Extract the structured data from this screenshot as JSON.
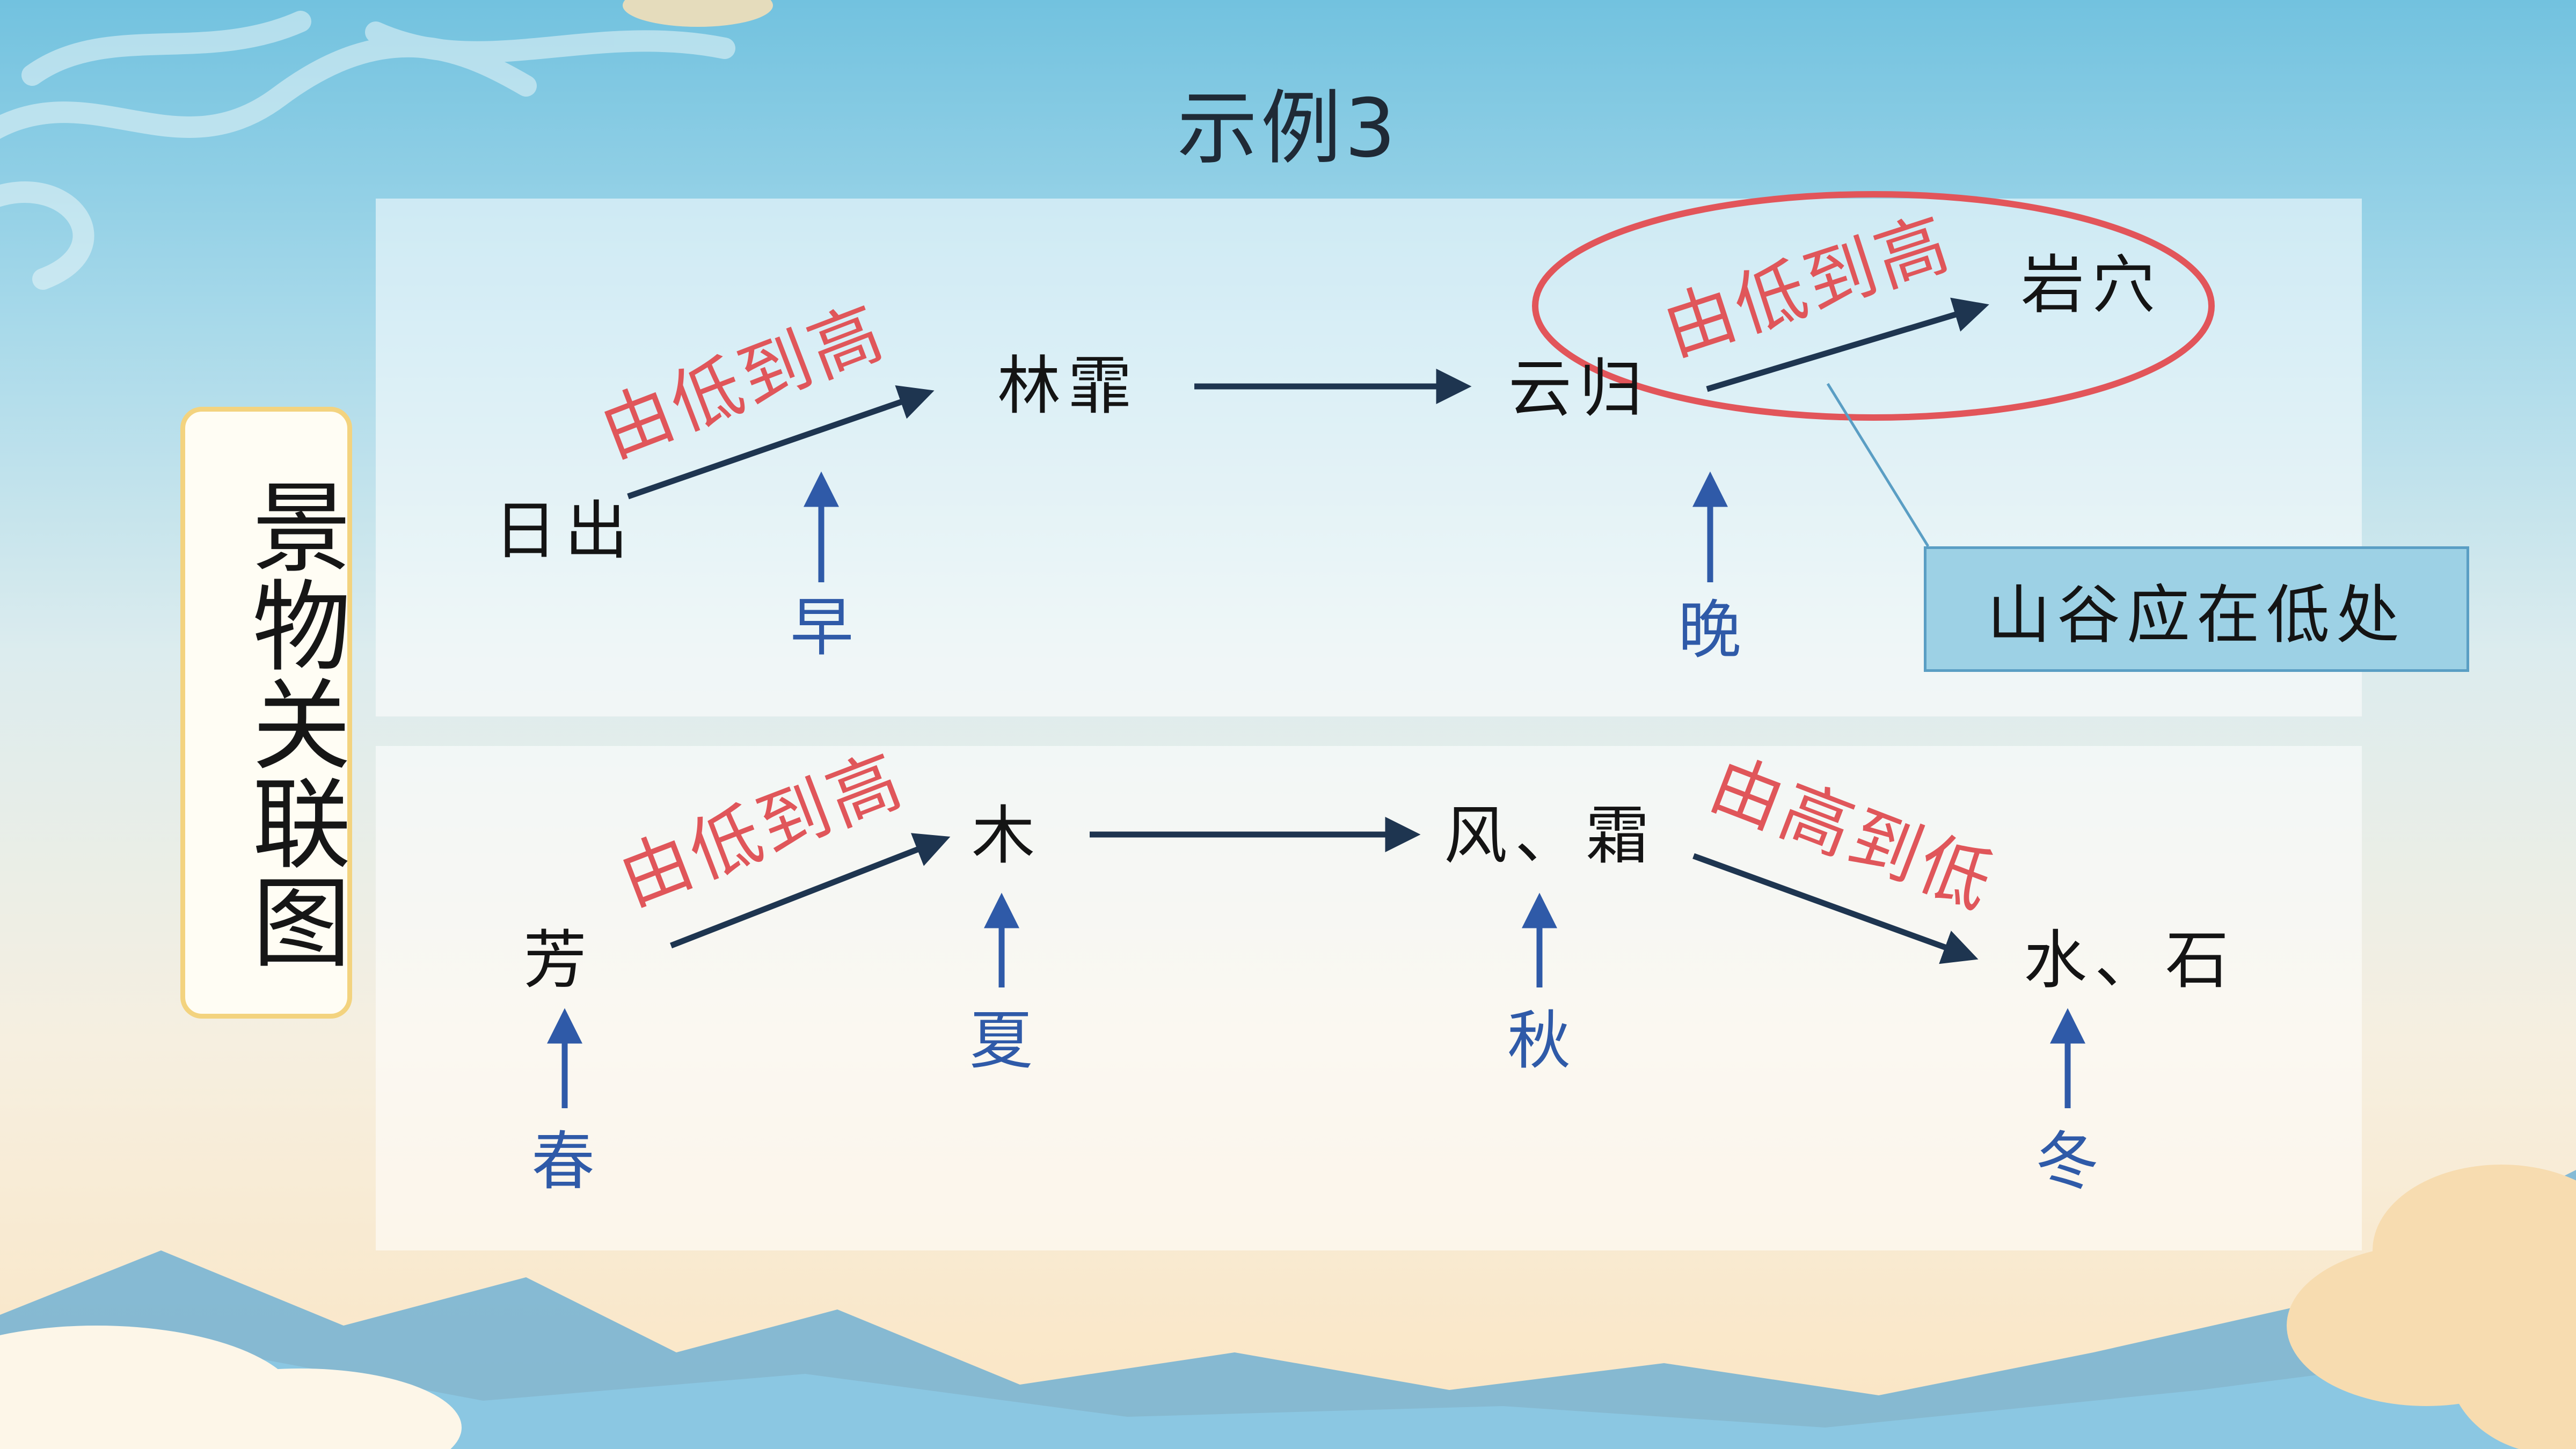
{
  "title": "示例3",
  "side_label": "景物关联图",
  "colors": {
    "node_text": "#141414",
    "season_text": "#2f5aa8",
    "relation_text": "#e0565a",
    "arrow_dark": "#1e3550",
    "arrow_blue": "#2f5aa8",
    "highlight_ellipse": "#e2555a",
    "note_fill": "#9dd1e5",
    "note_border": "#5a9ec4",
    "label_frame": "#f3d37f"
  },
  "row1": {
    "nodes": {
      "sunrise": "日出",
      "forest_mist": "林霏",
      "clouds_return": "云归",
      "caves": "岩穴"
    },
    "seasons": {
      "morning": "早",
      "evening": "晚"
    },
    "relations": {
      "first": "由低到高",
      "second": "由低到高"
    }
  },
  "row2": {
    "nodes": {
      "fragrance": "芳",
      "trees": "木",
      "wind_frost": "风、霜",
      "water_stone": "水、石"
    },
    "seasons": {
      "spring": "春",
      "summer": "夏",
      "autumn": "秋",
      "winter": "冬"
    },
    "relations": {
      "first": "由低到高",
      "second": "由高到低"
    }
  },
  "note": "山谷应在低处"
}
